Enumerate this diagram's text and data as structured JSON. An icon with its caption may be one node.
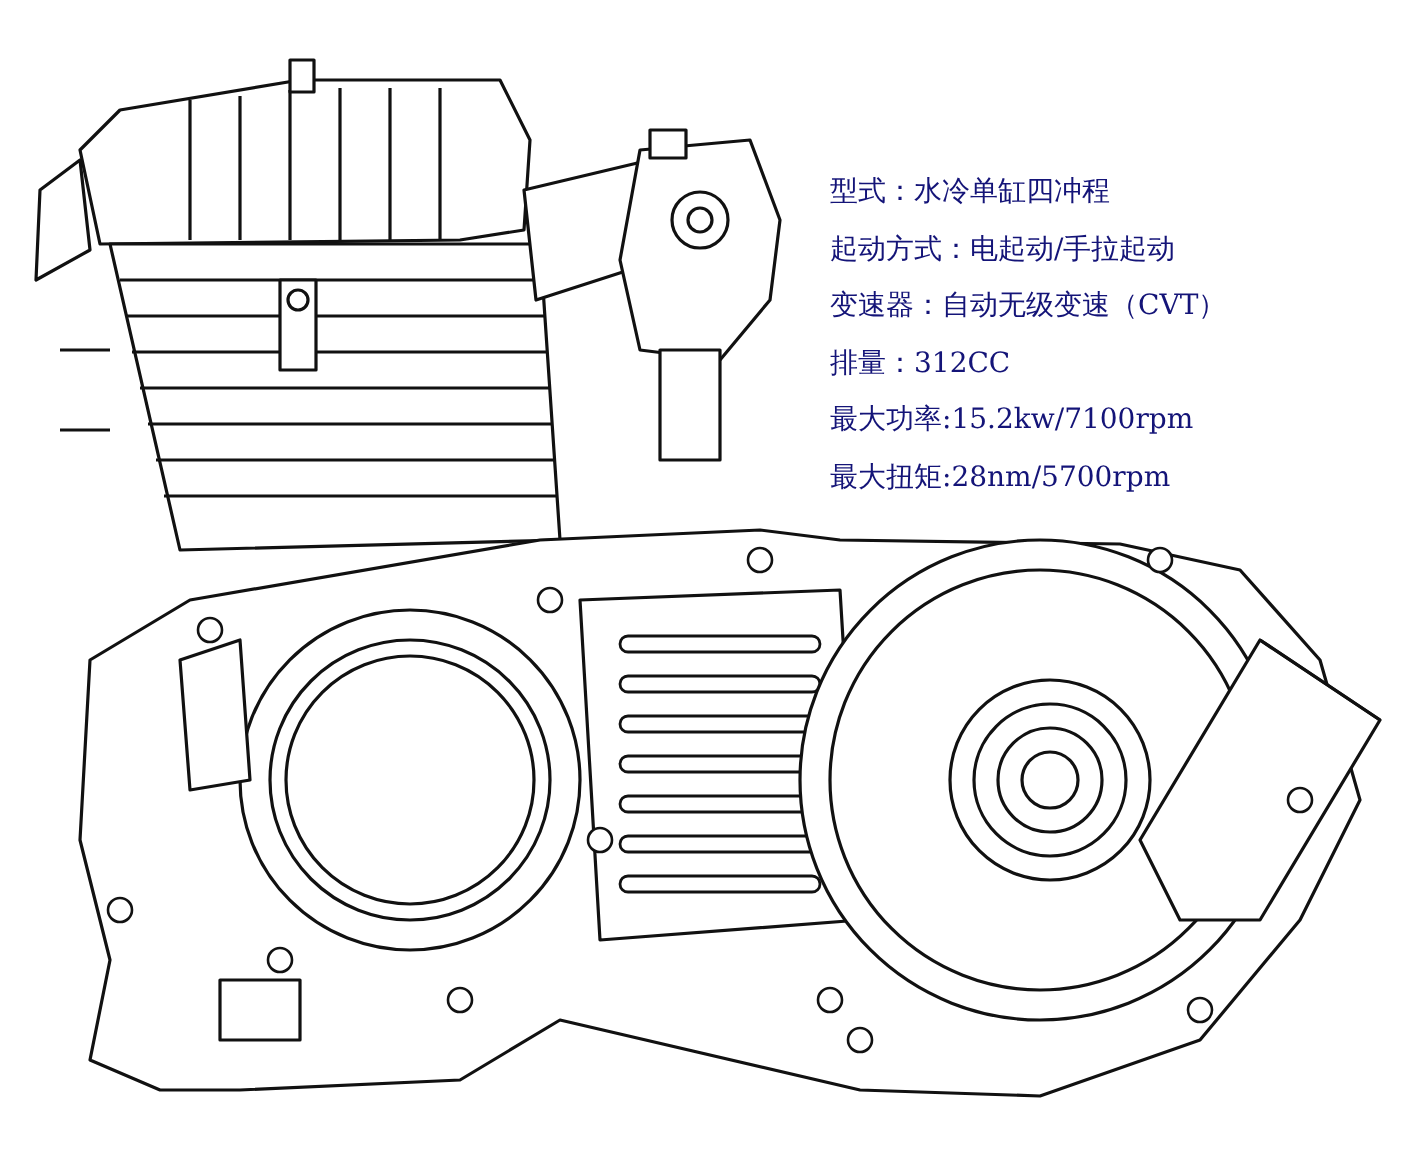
{
  "diagram": {
    "labels": [
      "型式：水冷单缸四冲程",
      "起动方式：电起动/手拉起动",
      "变速器：自动无级变速（CVT）",
      "排量：312CC",
      "最大功率:15.2kw/7100rpm",
      "最大扭矩:28nm/5700rpm"
    ]
  }
}
